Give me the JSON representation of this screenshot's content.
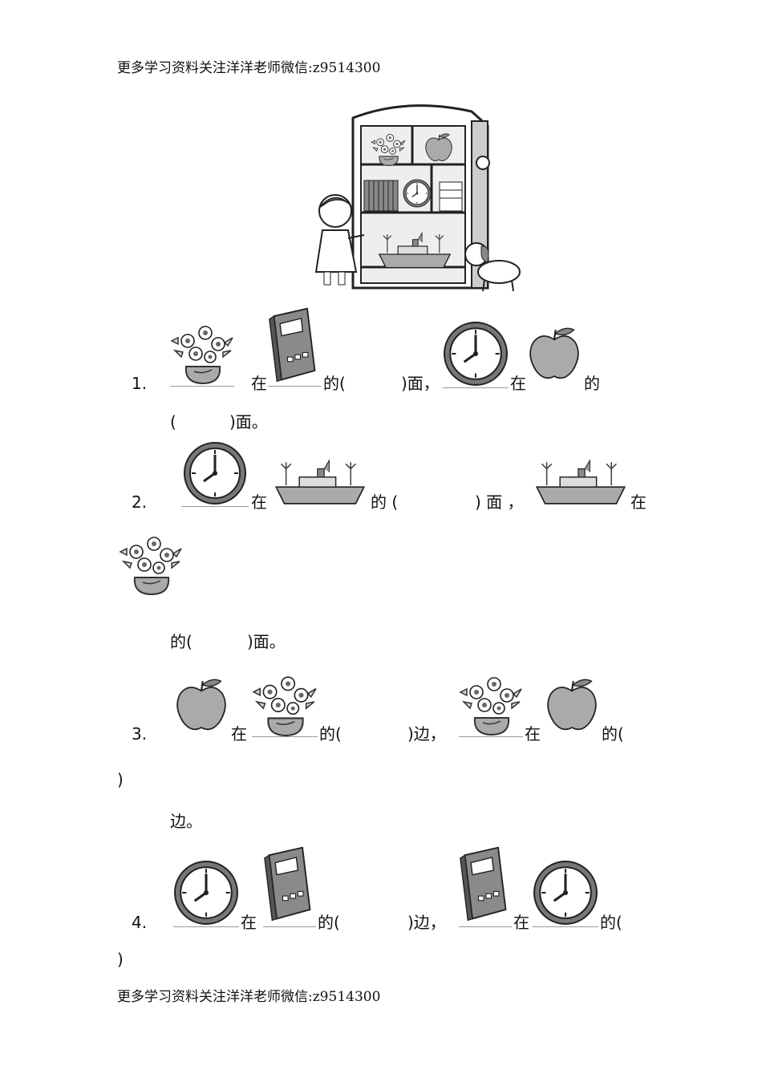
{
  "header": {
    "note": "更多学习资料关注洋洋老师微信:z9514300"
  },
  "footer": {
    "note": "更多学习资料关注洋洋老师微信:z9514300"
  },
  "scene": {
    "icon": "bookshelf-scene-with-girl-and-dog"
  },
  "questions": [
    {
      "number": "1.",
      "zai": "在",
      "de_open": "的(",
      "close_mian": ")面，",
      "zai2": "在",
      "de2": "的",
      "line2_open": "(",
      "line2_close": ")面。",
      "icons": [
        "flower-vase-icon",
        "calculator-book-icon",
        "clock-icon",
        "apple-icon"
      ]
    },
    {
      "number": "2.",
      "zai": "在",
      "de_open": "的 (",
      "close_mian": ") 面 ，",
      "zai2": "在",
      "de2_open": "的(",
      "close2": ")面。",
      "icons": [
        "clock-icon",
        "toy-ship-icon",
        "toy-ship-icon",
        "flower-vase-icon"
      ]
    },
    {
      "number": "3.",
      "zai": "在",
      "de_open": "的(",
      "close_bian": ")边，",
      "zai2": "在",
      "de2_open": "的(",
      "wrap_close": ")",
      "line3": "边。",
      "icons": [
        "apple-icon",
        "flower-vase-icon",
        "flower-vase-icon",
        "apple-icon"
      ]
    },
    {
      "number": "4.",
      "zai": "在",
      "de_open": "的(",
      "close_bian": ")边，",
      "zai2": "在",
      "de2_open": "的(",
      "wrap_close": ")",
      "icons": [
        "clock-icon",
        "calculator-book-icon",
        "calculator-book-icon",
        "clock-icon"
      ]
    }
  ]
}
